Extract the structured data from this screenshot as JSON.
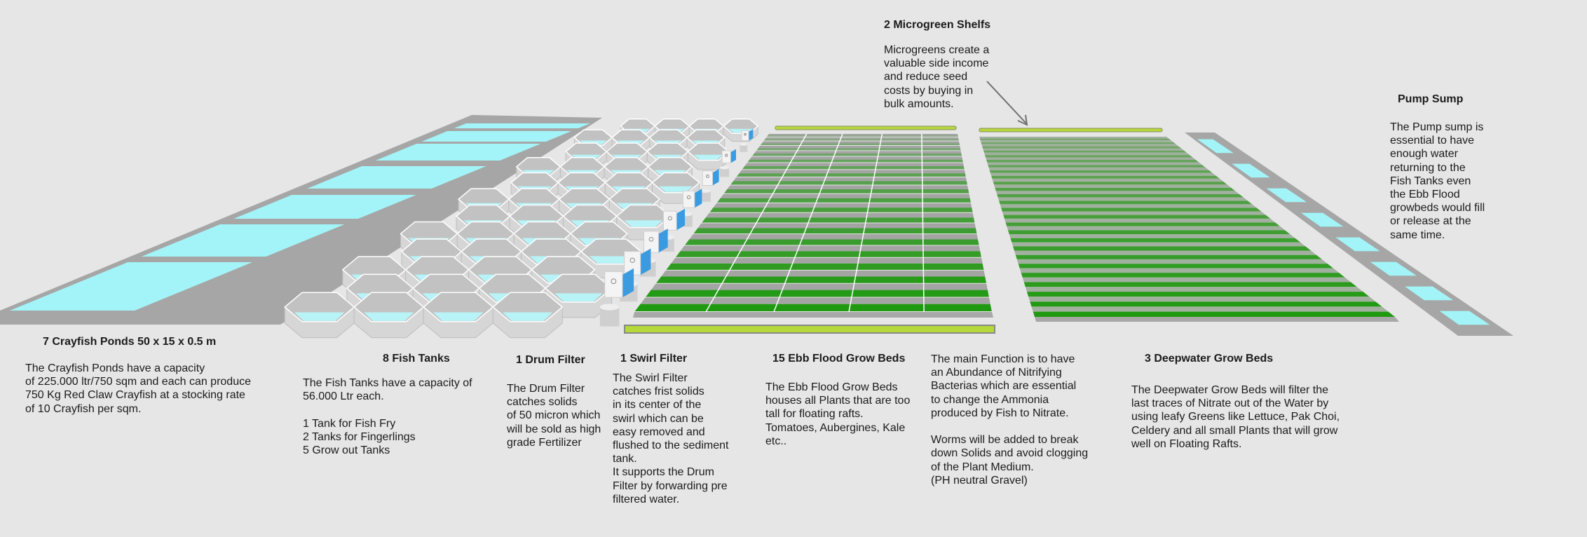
{
  "colors": {
    "background": "#e6e6e6",
    "water": "#a3f4f8",
    "frame": "#a6a6a6",
    "green": "#1f9a10",
    "shelf": "#b5d83a",
    "filter_blue": "#3a9be0"
  },
  "counts": {
    "crayfish_ponds": 7,
    "grow_bed_columns": 5,
    "filter_units": 8
  },
  "blocks": {
    "microgreen": {
      "title": "2 Microgreen Shelfs",
      "body": "Microgreens create a\nvaluable side income\nand reduce seed\ncosts by buying in\nbulk amounts."
    },
    "pump": {
      "title": "Pump Sump",
      "body": "The Pump sump is\nessential to have\nenough water\nreturning to the\nFish Tanks even\nthe Ebb Flood\ngrowbeds would fill\nor release at the\nsame time."
    },
    "crayfish": {
      "title": "7 Crayfish Ponds 50 x 15 x 0.5 m",
      "body": "The Crayfish Ponds have a capacity\nof 225.000 ltr/750 sqm and each can produce\n750 Kg Red Claw Crayfish at a stocking rate\nof 10 Crayfish per sqm."
    },
    "fishtanks": {
      "title": "8 Fish Tanks",
      "body": "The Fish Tanks have a capacity of\n56.000 Ltr each.\n\n1 Tank for Fish Fry\n2 Tanks for Fingerlings\n5 Grow out Tanks"
    },
    "drum": {
      "title": "1 Drum Filter",
      "body": "The Drum Filter\ncatches solids\nof 50 micron which\nwill be sold as high\ngrade Fertilizer"
    },
    "swirl": {
      "title": "1 Swirl Filter",
      "body": "The Swirl Filter\ncatches frist solids\nin its center of the\nswirl which can be\neasy removed and\nflushed to the sediment\ntank.\nIt supports the Drum\nFilter by forwarding pre\nfiltered water."
    },
    "ebb": {
      "title": "15 Ebb Flood Grow Beds",
      "body": "The Ebb Flood Grow Beds\nhouses all Plants that are too\ntall for floating rafts.\nTomatoes, Aubergines, Kale\netc.."
    },
    "function": {
      "body": "The main Function is to have\nan Abundance of Nitrifying\nBacterias which are essential\nto change the Ammonia\nproduced by Fish to Nitrate.\n\nWorms will be added to break\ndown Solids and avoid clogging\nof the Plant Medium.\n(PH neutral Gravel)"
    },
    "deepwater": {
      "title": "3 Deepwater Grow Beds",
      "body": "The Deepwater Grow Beds will filter the\nlast traces of Nitrate out of the Water by\nusing leafy Greens like Lettuce, Pak Choi,\nCeldery and all small Plants that will grow\nwell on Floating Rafts."
    }
  }
}
